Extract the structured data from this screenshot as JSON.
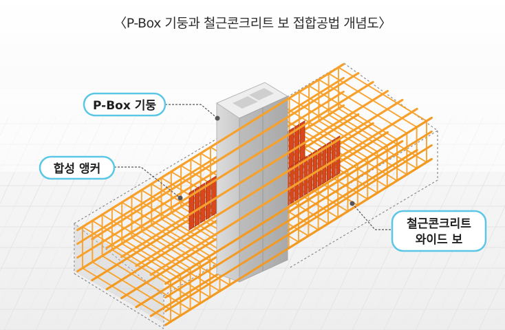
{
  "title": "〈P-Box 기둥과 철근콘크리트 보 접합공법 개념도〉",
  "labels": {
    "pbox_column": "P-Box 기둥",
    "composite_anchor": "합성 앵커",
    "rc_wide_beam_line1": "철근콘크리트",
    "rc_wide_beam_line2": "와이드 보"
  },
  "colors": {
    "rebar": "#f7a12c",
    "anchor": "#d9481c",
    "column": "#d8d8d8",
    "label_border": "#5bc6e6",
    "leader": "#555555"
  }
}
